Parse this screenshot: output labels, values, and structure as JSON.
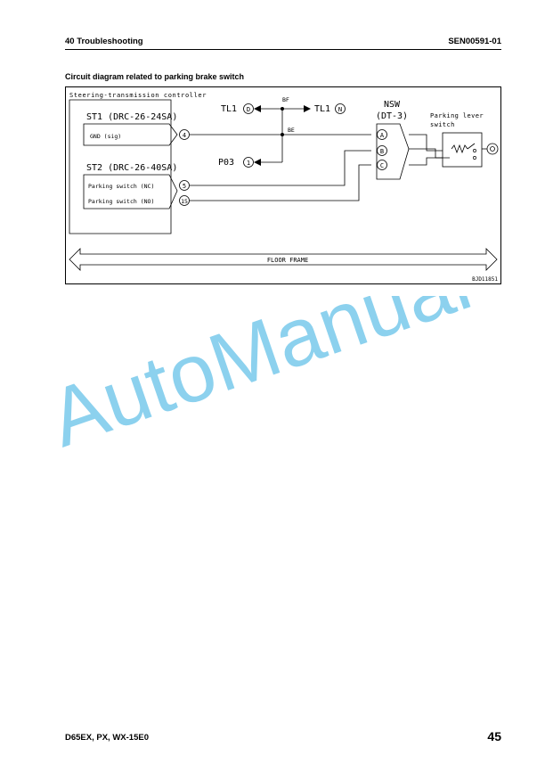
{
  "header": {
    "section": "40 Troubleshooting",
    "doc_code": "SEN00591-01"
  },
  "section_title": "Circuit diagram related to parking brake switch",
  "diagram": {
    "controller_label": "Steering-transmission controller",
    "st1_label": "ST1 (DRC-26-24SA)",
    "st1_pin_label": "GND (sig)",
    "st1_pin": "4",
    "st2_label": "ST2 (DRC-26-40SA)",
    "st2_pin1_label": "Parking switch (NC)",
    "st2_pin1": "5",
    "st2_pin2_label": "Parking switch (NO)",
    "st2_pin2": "15",
    "tl1_left": "TL1",
    "tl1_left_pin": "D",
    "tl1_right": "TL1",
    "tl1_right_pin": "N",
    "wire_bf": "BF",
    "wire_be": "BE",
    "p03": "P03",
    "p03_pin": "1",
    "nsw_label": "NSW",
    "nsw_connector": "(DT-3)",
    "nsw_pin_a": "A",
    "nsw_pin_b": "B",
    "nsw_pin_c": "C",
    "lever_label_1": "Parking lever",
    "lever_label_2": "switch",
    "floor_frame": "FLOOR FRAME",
    "figure_code": "BJD11851"
  },
  "watermark": "AutoManual",
  "footer": {
    "models": "D65EX, PX, WX-15E0",
    "page": "45"
  }
}
